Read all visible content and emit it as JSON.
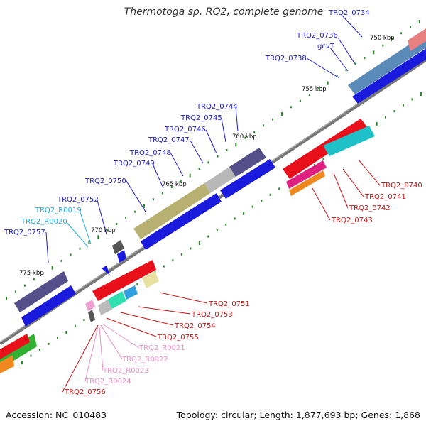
{
  "title": "Thermotoga sp. RQ2, complete genome",
  "footer": {
    "accession": "Accession: NC_010483",
    "summary": "Topology: circular; Length: 1,877,693 bp; Genes: 1,868"
  },
  "colors": {
    "backbone": "#7a7a7a",
    "forward_cds": "#1a1adc",
    "reverse_cds": "#e8101a",
    "forward_label": "#1a1acc",
    "reverse_label": "#cc1010",
    "rna_forward_label": "#22aadd",
    "rna_reverse_label": "#e890c0",
    "ticks": "#2a8a2a"
  },
  "scale_labels": [
    "750 kbp",
    "755 kbp",
    "760 kbp",
    "765 kbp",
    "770 kbp",
    "775 kbp"
  ],
  "forward_genes": [
    "TRQ2_0734",
    "TRQ2_0736",
    "gcvT",
    "TRQ2_0738",
    "TRQ2_0744",
    "TRQ2_0745",
    "TRQ2_0746",
    "TRQ2_0747",
    "TRQ2_0748",
    "TRQ2_0749",
    "TRQ2_0750",
    "TRQ2_0752",
    "TRQ2_R0019",
    "TRQ2_R0020",
    "TRQ2_0757"
  ],
  "reverse_genes": [
    "TRQ2_0740",
    "TRQ2_0741",
    "TRQ2_0742",
    "TRQ2_0743",
    "TRQ2_0751",
    "TRQ2_0753",
    "TRQ2_0754",
    "TRQ2_0755",
    "TRQ2_R0021",
    "TRQ2_R0022",
    "TRQ2_R0023",
    "TRQ2_R0024",
    "TRQ2_0756"
  ]
}
